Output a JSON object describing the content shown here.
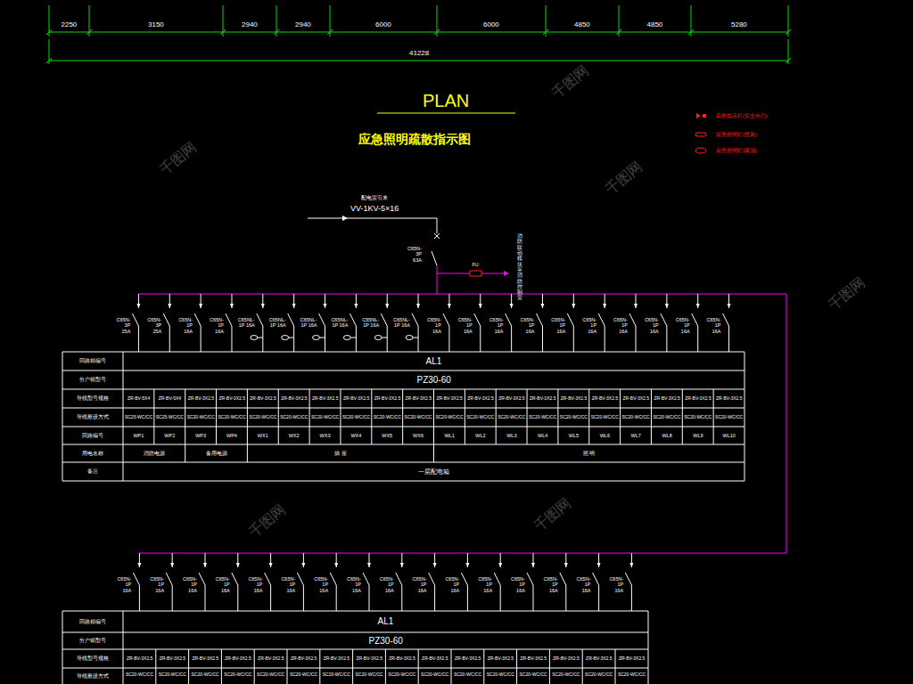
{
  "diagram": {
    "title": "PLAN",
    "labels": [
      "2250",
      "3150",
      "2940",
      "2940",
      "6000",
      "6000",
      "4850",
      "4850",
      "5280",
      "41228",
      "应急照明疏散指示图",
      "配电室引来",
      "VV-1KV-5×16",
      "C65N-3P 63A",
      "FU",
      "消防联动模块 至消防控制室",
      "C65N-3P 25A",
      "C65N-3P 25A",
      "C65N-1P 16A",
      "C65N-1P 16A",
      "C65NL-1P 16A",
      "C65NL-1P 16A",
      "C65NL-1P 16A",
      "C65NL-1P 16A",
      "C65NL-1P 16A",
      "C65NL-1P 16A",
      "C65N-1P 16A",
      "C65N-1P 16A",
      "C65N-1P 16A",
      "C65N-1P 16A",
      "C65N-1P 16A",
      "C65N-1P 16A",
      "C65N-1P 16A",
      "C65N-1P 16A",
      "C65N-1P 16A",
      "C65N-1P 16A",
      "回路箱编号",
      "分户箱型号",
      "导线型号规格",
      "导线敷设方式",
      "回路编号",
      "用电名称",
      "备注",
      "AL1",
      "PZ30-60",
      "ZR-BV-5X4",
      "ZR-BV-5X4",
      "ZR-BV-3X2.5",
      "ZR-BV-3X2.5",
      "ZR-BV-3X2.5",
      "ZR-BV-3X2.5",
      "ZR-BV-3X2.5",
      "ZR-BV-3X2.5",
      "ZR-BV-3X2.5",
      "ZR-BV-3X2.5",
      "ZR-BV-3X2.5",
      "ZR-BV-3X2.5",
      "ZR-BV-3X2.5",
      "ZR-BV-3X2.5",
      "ZR-BV-3X2.5",
      "ZR-BV-3X2.5",
      "ZR-BV-3X2.5",
      "ZR-BV-3X2.5",
      "ZR-BV-3X2.5",
      "ZR-BV-3X2.5",
      "SC25-WC/CC",
      "SC25-WC/CC",
      "SC20-WC/CC",
      "SC20-WC/CC",
      "SC20-WC/CC",
      "SC20-WC/CC",
      "SC20-WC/CC",
      "SC20-WC/CC",
      "SC20-WC/CC",
      "SC20-WC/CC",
      "SC20-WC/CC",
      "SC20-WC/CC",
      "SC20-WC/CC",
      "SC20-WC/CC",
      "SC20-WC/CC",
      "SC20-WC/CC",
      "SC20-WC/CC",
      "SC20-WC/CC",
      "SC20-WC/CC",
      "SC20-WC/CC",
      "WP1",
      "WP2",
      "WP3",
      "WP4",
      "WX1",
      "WX2",
      "WX3",
      "WX4",
      "WX5",
      "WX6",
      "WL1",
      "WL2",
      "WL3",
      "WL4",
      "WL5",
      "WL6",
      "WL7",
      "WL8",
      "WL9",
      "WL10",
      "消防电源",
      "备用电源",
      "插 座",
      "照 明",
      "一层配电箱",
      "C65N-1P 16A",
      "C65N-1P 16A",
      "C65N-1P 16A",
      "C65N-1P 16A",
      "C65N-1P 16A",
      "C65N-1P 16A",
      "C65N-1P 16A",
      "C65N-1P 16A",
      "C65N-1P 16A",
      "C65N-1P 16A",
      "C65N-1P 16A",
      "C65N-1P 16A",
      "C65N-1P 16A",
      "C65N-1P 16A",
      "C65N-1P 16A",
      "C65N-1P 16A",
      "回路箱编号",
      "分户箱型号",
      "导线型号规格",
      "导线敷设方式",
      "AL1",
      "PZ30-60",
      "ZR-BV-3X2.5",
      "ZR-BV-3X2.5",
      "ZR-BV-3X2.5",
      "ZR-BV-3X2.5",
      "ZR-BV-3X2.5",
      "ZR-BV-3X2.5",
      "ZR-BV-3X2.5",
      "ZR-BV-3X2.5",
      "ZR-BV-3X2.5",
      "ZR-BV-3X2.5",
      "ZR-BV-3X2.5",
      "ZR-BV-3X2.5",
      "ZR-BV-3X2.5",
      "ZR-BV-3X2.5",
      "ZR-BV-3X2.5",
      "ZR-BV-3X2.5",
      "SC20-WC/CC",
      "SC20-WC/CC",
      "SC20-WC/CC",
      "SC20-WC/CC",
      "SC20-WC/CC",
      "SC20-WC/CC",
      "SC20-WC/CC",
      "SC20-WC/CC",
      "SC20-WC/CC",
      "SC20-WC/CC",
      "SC20-WC/CC",
      "SC20-WC/CC",
      "SC20-WC/CC",
      "SC20-WC/CC",
      "SC20-WC/CC",
      "SC20-WC/CC",
      "千图网",
      "千图网",
      "千图网",
      "千图网",
      "千图网",
      "千图网"
    ],
    "legend": [
      {
        "text": "疏散指示灯(安全出口)"
      },
      {
        "text": "应急照明灯(壁装)"
      },
      {
        "text": "应急照明灯(吸顶)"
      }
    ]
  }
}
